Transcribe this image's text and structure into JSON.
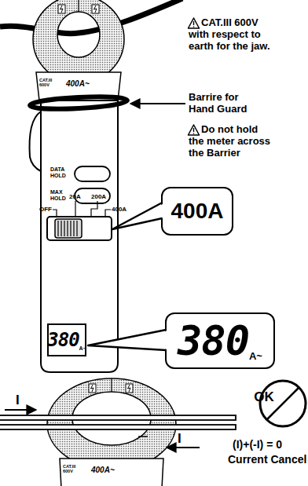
{
  "diagram": {
    "nodes": [
      {
        "text": [
          "400A"
        ]
      },
      {
        "text": [
          "380",
          "A~"
        ]
      },
      {
        "text": [
          "380",
          "A~"
        ]
      },
      {
        "text": [
          "OK"
        ]
      }
    ],
    "labels": [
      "CAT.III 600V with respect to earth for the jaw.",
      "CAT.III 600V",
      "400A~",
      "Barrire for Hand Guard",
      "Do not hold the meter across the Barrier",
      "DATA HOLD",
      "MAX HOLD",
      "OFF",
      "20A",
      "200A",
      "400A",
      "I",
      "I",
      "CAT.III 600V",
      "400A~",
      "(I)+(-I) = 0",
      "Current Cancel"
    ]
  }
}
